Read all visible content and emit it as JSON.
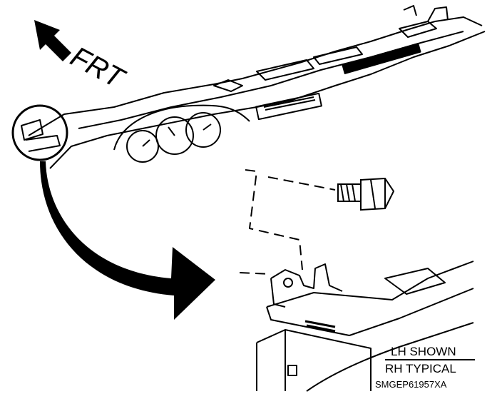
{
  "direction": {
    "label": "FRT",
    "icon": "arrow-up-left-icon"
  },
  "note": {
    "line1": "LH SHOWN",
    "line2": "RH TYPICAL"
  },
  "figure_id": "SMGEP61957XA",
  "colors": {
    "ink": "#000000",
    "paper": "#ffffff"
  }
}
